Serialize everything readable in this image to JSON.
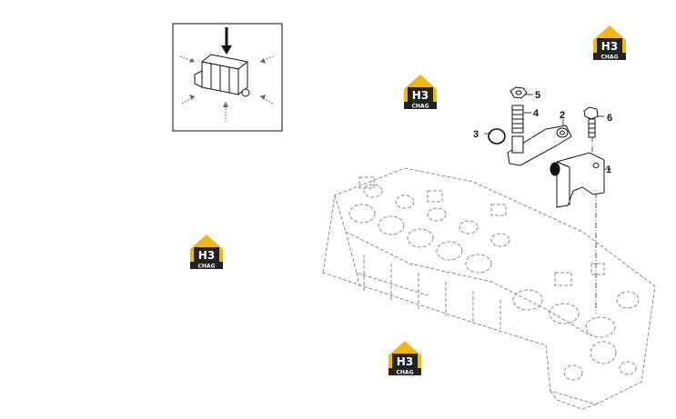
{
  "diagram": {
    "callouts": [
      {
        "id": "c1",
        "label": "1"
      },
      {
        "id": "c2",
        "label": "2"
      },
      {
        "id": "c3",
        "label": "3"
      },
      {
        "id": "c4",
        "label": "4"
      },
      {
        "id": "c5",
        "label": "5"
      },
      {
        "id": "c6",
        "label": "6"
      }
    ]
  },
  "watermark": {
    "brand_letters": "H3",
    "brand_sub": "CHAG",
    "color_yellow": "#f5b800",
    "color_dark": "#222222"
  },
  "colors": {
    "line": "#111111",
    "dashed": "#8a8a8a",
    "frame": "#333333"
  }
}
